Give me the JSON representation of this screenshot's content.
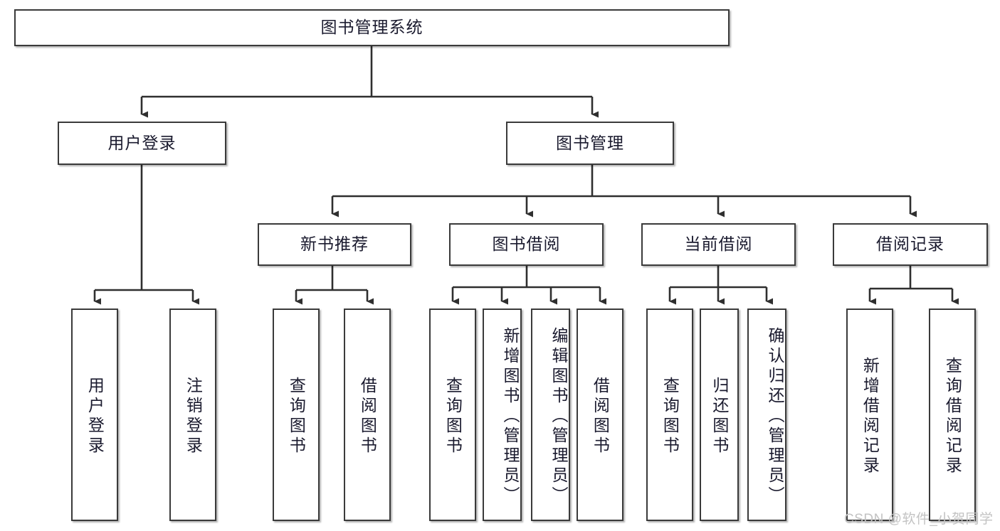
{
  "diagram": {
    "type": "hierarchy-tree",
    "title": "图书管理系统",
    "watermark": "CSDN @软件_小贺同学",
    "colors": {
      "box_border": "#3a3a3a",
      "box_fill": "#ffffff",
      "connector": "#2f2f2f",
      "text": "#1a1a2e",
      "watermark": "#c3c3c3"
    },
    "nodes": {
      "root": {
        "label": "图书管理系统",
        "orientation": "horizontal"
      },
      "level2": [
        {
          "id": "user-login",
          "label": "用户登录",
          "orientation": "horizontal"
        },
        {
          "id": "book-manage",
          "label": "图书管理",
          "orientation": "horizontal"
        }
      ],
      "level3": [
        {
          "id": "new-book-recommend",
          "label": "新书推荐",
          "orientation": "horizontal"
        },
        {
          "id": "book-borrow",
          "label": "图书借阅",
          "orientation": "horizontal"
        },
        {
          "id": "current-borrow",
          "label": "当前借阅",
          "orientation": "horizontal"
        },
        {
          "id": "borrow-record",
          "label": "借阅记录",
          "orientation": "horizontal"
        }
      ],
      "leaves": [
        {
          "id": "leaf-user-login",
          "label": "用户登录",
          "parent": "user-login",
          "orientation": "vertical"
        },
        {
          "id": "leaf-user-logout",
          "label": "注销登录",
          "parent": "user-login",
          "orientation": "vertical"
        },
        {
          "id": "leaf-query-book-1",
          "label": "查询图书",
          "parent": "new-book-recommend",
          "orientation": "vertical"
        },
        {
          "id": "leaf-borrow-book-1",
          "label": "借阅图书",
          "parent": "new-book-recommend",
          "orientation": "vertical"
        },
        {
          "id": "leaf-query-book-2",
          "label": "查询图书",
          "parent": "book-borrow",
          "orientation": "vertical"
        },
        {
          "id": "leaf-add-book",
          "label": "新增图书（管理员）",
          "parent": "book-borrow",
          "orientation": "vertical"
        },
        {
          "id": "leaf-edit-book",
          "label": "编辑图书（管理员）",
          "parent": "book-borrow",
          "orientation": "vertical"
        },
        {
          "id": "leaf-borrow-book-2",
          "label": "借阅图书",
          "parent": "book-borrow",
          "orientation": "vertical"
        },
        {
          "id": "leaf-query-book-3",
          "label": "查询图书",
          "parent": "current-borrow",
          "orientation": "vertical"
        },
        {
          "id": "leaf-return-book",
          "label": "归还图书",
          "parent": "current-borrow",
          "orientation": "vertical"
        },
        {
          "id": "leaf-confirm-return",
          "label": "确认归还（管理员）",
          "parent": "current-borrow",
          "orientation": "vertical"
        },
        {
          "id": "leaf-add-record",
          "label": "新增借阅记录",
          "parent": "borrow-record",
          "orientation": "vertical"
        },
        {
          "id": "leaf-query-record",
          "label": "查询借阅记录",
          "parent": "borrow-record",
          "orientation": "vertical"
        }
      ]
    }
  }
}
